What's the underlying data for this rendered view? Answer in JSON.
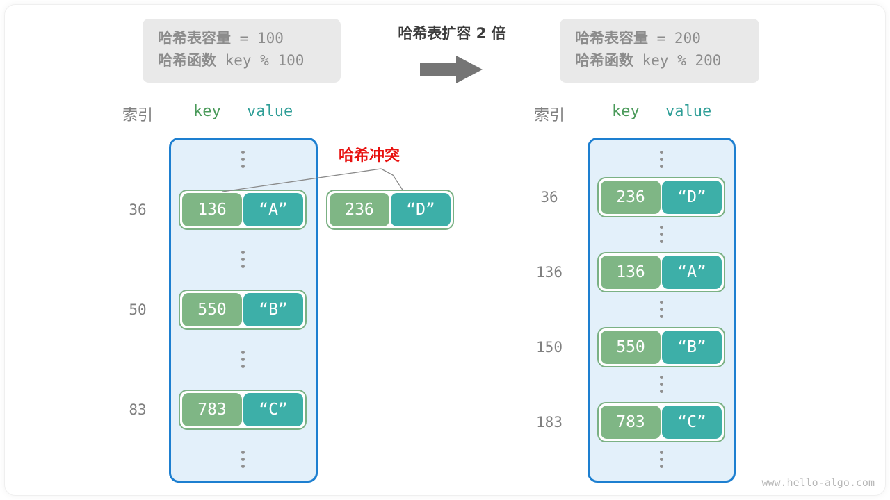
{
  "watermark": "www.hello-algo.com",
  "expand": {
    "caption": "哈希表扩容 2 倍",
    "arrow_icon": "right-arrow-icon"
  },
  "before": {
    "info": {
      "capacity_label": "哈希表容量",
      "capacity_text": " = 100",
      "hash_label": "哈希函数",
      "hash_text": " key % 100"
    },
    "headers": {
      "index": "索引",
      "key": "key",
      "value": "value"
    },
    "rows": [
      {
        "type": "dots",
        "index": "",
        "key": "",
        "value": ""
      },
      {
        "type": "entry",
        "index": "36",
        "key": "136",
        "value": "“A”"
      },
      {
        "type": "dots",
        "index": "",
        "key": "",
        "value": ""
      },
      {
        "type": "entry",
        "index": "50",
        "key": "550",
        "value": "“B”"
      },
      {
        "type": "dots",
        "index": "",
        "key": "",
        "value": ""
      },
      {
        "type": "entry",
        "index": "83",
        "key": "783",
        "value": "“C”"
      },
      {
        "type": "dots",
        "index": "",
        "key": "",
        "value": ""
      }
    ],
    "collision": {
      "label": "哈希冲突",
      "key": "236",
      "value": "“D”"
    }
  },
  "after": {
    "info": {
      "capacity_label": "哈希表容量",
      "capacity_text": " = 200",
      "hash_label": "哈希函数",
      "hash_text": " key % 200"
    },
    "headers": {
      "index": "索引",
      "key": "key",
      "value": "value"
    },
    "rows": [
      {
        "type": "dots",
        "index": "",
        "key": "",
        "value": ""
      },
      {
        "type": "entry",
        "index": "36",
        "key": "236",
        "value": "“D”"
      },
      {
        "type": "dots",
        "index": "",
        "key": "",
        "value": ""
      },
      {
        "type": "entry",
        "index": "136",
        "key": "136",
        "value": "“A”"
      },
      {
        "type": "dots",
        "index": "",
        "key": "",
        "value": ""
      },
      {
        "type": "entry",
        "index": "150",
        "key": "550",
        "value": "“B”"
      },
      {
        "type": "dots",
        "index": "",
        "key": "",
        "value": ""
      },
      {
        "type": "entry",
        "index": "183",
        "key": "783",
        "value": "“C”"
      },
      {
        "type": "dots",
        "index": "",
        "key": "",
        "value": ""
      }
    ]
  },
  "colors": {
    "key_fill": "#7fb685",
    "value_fill": "#3dafa8",
    "entry_border": "#7bb184",
    "table_border": "#1d7fd0",
    "table_fill": "#e3f0fa",
    "info_fill": "#e9e9e9",
    "collision_text": "#e8110f",
    "index_text": "#808080"
  }
}
